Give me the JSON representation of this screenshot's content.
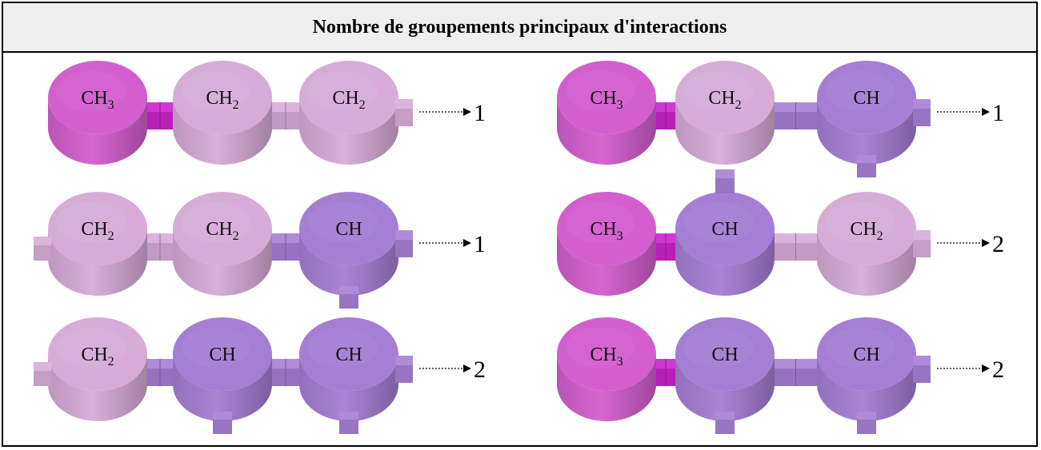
{
  "title": "Nombre de groupements principaux d'interactions",
  "colors": {
    "CH3": "#d35fce",
    "CH2": "#d6acd7",
    "CH": "#a57fd4",
    "connector_CH3": "#cc22cc"
  },
  "chains": [
    {
      "groups": [
        {
          "base": "CH",
          "sub": "3"
        },
        {
          "base": "CH",
          "sub": "2"
        },
        {
          "base": "CH",
          "sub": "2"
        }
      ],
      "count": "1"
    },
    {
      "groups": [
        {
          "base": "CH",
          "sub": "3"
        },
        {
          "base": "CH",
          "sub": "2"
        },
        {
          "base": "CH",
          "sub": ""
        }
      ],
      "count": "1"
    },
    {
      "groups": [
        {
          "base": "CH",
          "sub": "2"
        },
        {
          "base": "CH",
          "sub": "2"
        },
        {
          "base": "CH",
          "sub": ""
        }
      ],
      "count": "1"
    },
    {
      "groups": [
        {
          "base": "CH",
          "sub": "3"
        },
        {
          "base": "CH",
          "sub": ""
        },
        {
          "base": "CH",
          "sub": "2"
        }
      ],
      "count": "2"
    },
    {
      "groups": [
        {
          "base": "CH",
          "sub": "2"
        },
        {
          "base": "CH",
          "sub": ""
        },
        {
          "base": "CH",
          "sub": ""
        }
      ],
      "count": "2"
    },
    {
      "groups": [
        {
          "base": "CH",
          "sub": "3"
        },
        {
          "base": "CH",
          "sub": ""
        },
        {
          "base": "CH",
          "sub": ""
        }
      ],
      "count": "2"
    }
  ]
}
